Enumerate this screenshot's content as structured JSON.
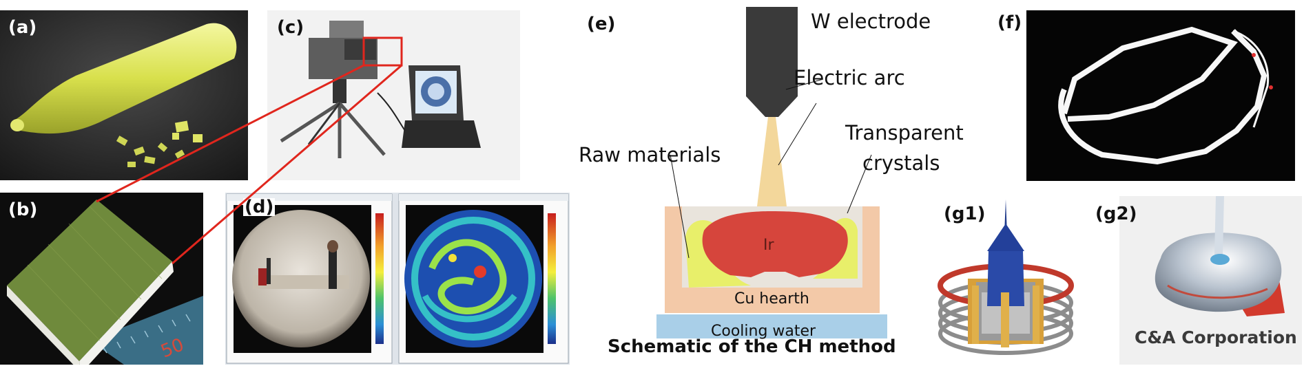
{
  "panel_labels": {
    "a": "(a)",
    "b": "(b)",
    "c": "(c)",
    "d": "(d)",
    "e": "(e)",
    "f": "(f)",
    "g1": "(g1)",
    "g2": "(g2)"
  },
  "panel_b": {
    "ruler_number": "50"
  },
  "schematic": {
    "electrode_label": "W electrode",
    "arc_label": "Electric arc",
    "transparent_line1": "Transparent",
    "transparent_line2": "crystals",
    "raw_materials_label": "Raw materials",
    "ir_label": "Ir",
    "hearth_label": "Cu hearth",
    "cooling_label": "Cooling water",
    "caption": "Schematic of the CH method"
  },
  "panel_g2": {
    "logo_text": "C&A Corporation"
  },
  "colors": {
    "highlight_red": "#e0261d",
    "crystal_yellow": "#e8ef6a",
    "hearth_salmon": "#f3c9a8",
    "ir_red": "#d6453c",
    "cooling_blue": "#a9cfe8",
    "arc_tan": "#f3d79b"
  }
}
